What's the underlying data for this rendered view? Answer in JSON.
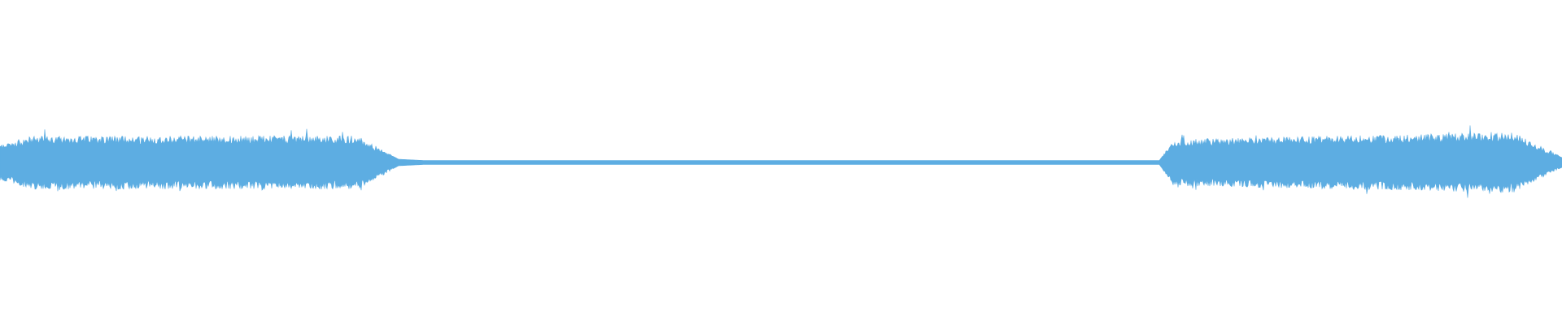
{
  "waveform": {
    "color": "#5dade2",
    "background": "#ffffff",
    "duration_fraction_segments": [
      {
        "name": "intro-burst",
        "start": 0.0,
        "end": 0.265,
        "level": 0.62
      },
      {
        "name": "silence",
        "start": 0.265,
        "end": 0.742,
        "level": 0.03
      },
      {
        "name": "outro-burst",
        "start": 0.742,
        "end": 1.0,
        "level": 0.75
      }
    ]
  }
}
